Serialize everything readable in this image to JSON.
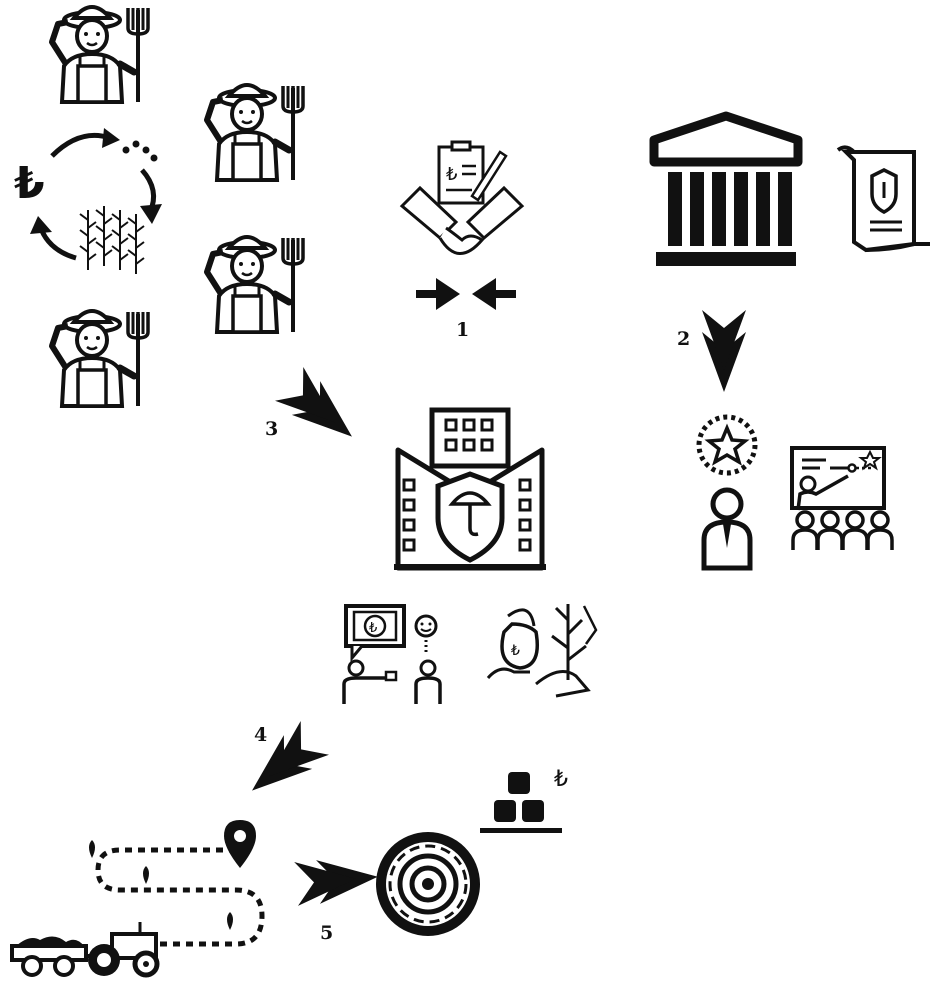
{
  "labels": {
    "step1": "1",
    "step2": "2",
    "step3": "3",
    "step4": "4",
    "step5": "5"
  },
  "symbols": {
    "currency": "₺"
  },
  "colors": {
    "ink": "#111111",
    "background": "#ffffff"
  },
  "icons": [
    "farmer-icon",
    "money-crop-cycle-icon",
    "contract-handshake-icon",
    "converging-arrows-icon",
    "bank-icon",
    "policy-scroll-icon",
    "certified-expert-icon",
    "training-presentation-icon",
    "insurance-company-icon",
    "payment-icon",
    "money-bag-crop-icon",
    "route-map-icon",
    "tractor-trailer-icon",
    "sugar-factory-icon",
    "sugar-cubes-icon",
    "arrow-icon"
  ]
}
